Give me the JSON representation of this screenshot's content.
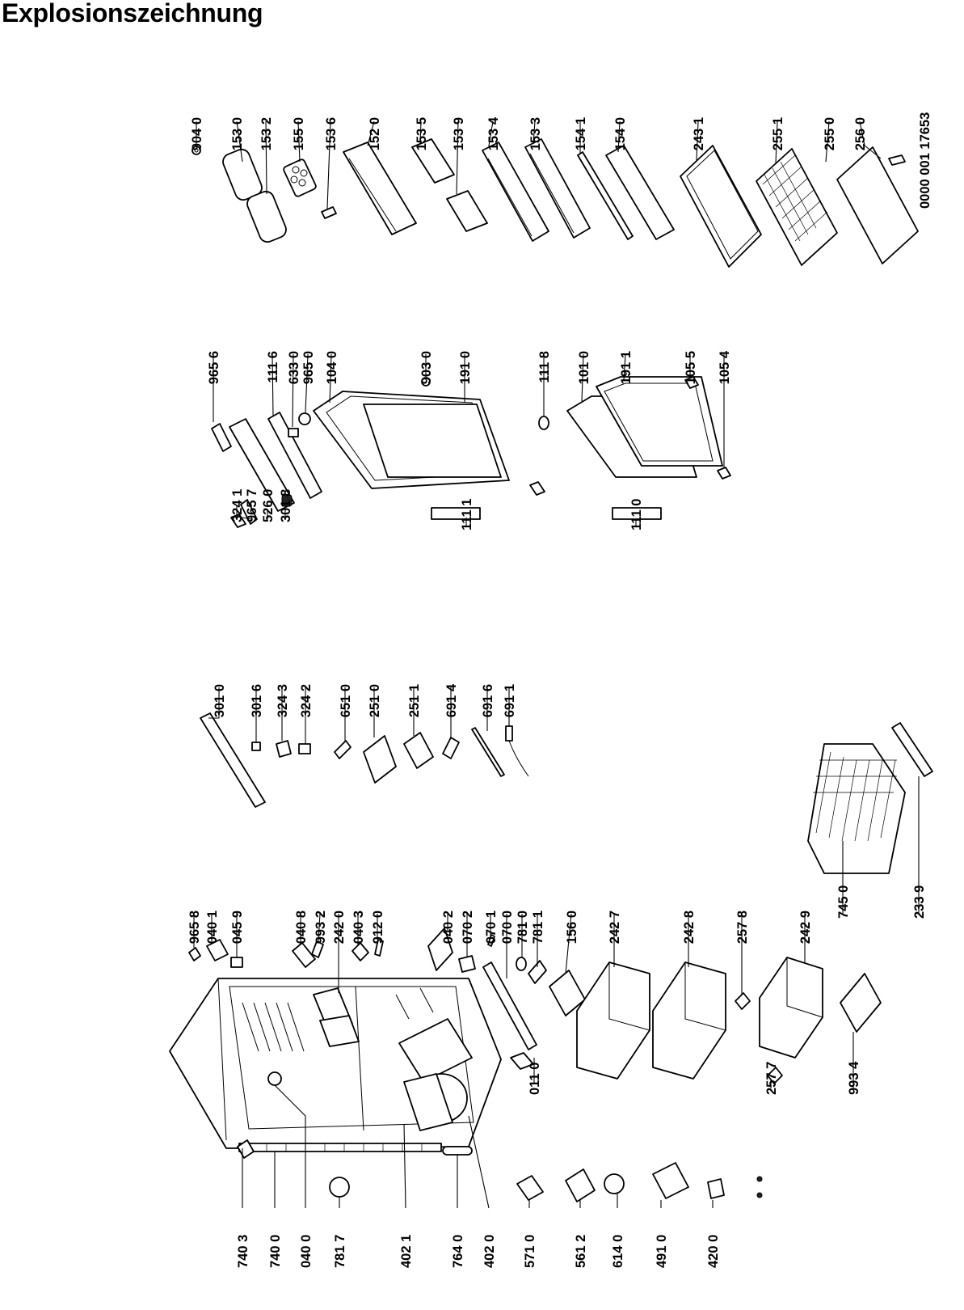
{
  "title": "Explosionszeichnung",
  "drawing_number": "0000 001 17653",
  "part_numbers": [
    "904 0",
    "153 0",
    "153 2",
    "155 0",
    "153 6",
    "152 0",
    "153 5",
    "153 9",
    "153 4",
    "153 3",
    "154 1",
    "154 0",
    "243 1",
    "255 1",
    "255 0",
    "256 0",
    "965 6",
    "111 6",
    "633 0",
    "965 0",
    "104 0",
    "903 0",
    "191 0",
    "111 8",
    "101 0",
    "191 1",
    "105 5",
    "105 4",
    "324 1",
    "965 7",
    "526 0",
    "301 8",
    "111 1",
    "111 0",
    "301 0",
    "301 6",
    "324 3",
    "324 2",
    "651 0",
    "251 0",
    "251 1",
    "691 4",
    "691 6",
    "691 1",
    "965 8",
    "040 1",
    "045 9",
    "040 8",
    "993 2",
    "242 0",
    "040 3",
    "912 0",
    "040 2",
    "070 2",
    "070 1",
    "070 0",
    "781 0",
    "781 1",
    "156 0",
    "242 7",
    "242 8",
    "257 8",
    "242 9",
    "745 0",
    "233 9",
    "011 0",
    "257 7",
    "993 4",
    "740 3",
    "740 0",
    "040 0",
    "781 7",
    "402 1",
    "764 0",
    "402 0",
    "571 0",
    "561 2",
    "614 0",
    "491 0",
    "420 0"
  ]
}
